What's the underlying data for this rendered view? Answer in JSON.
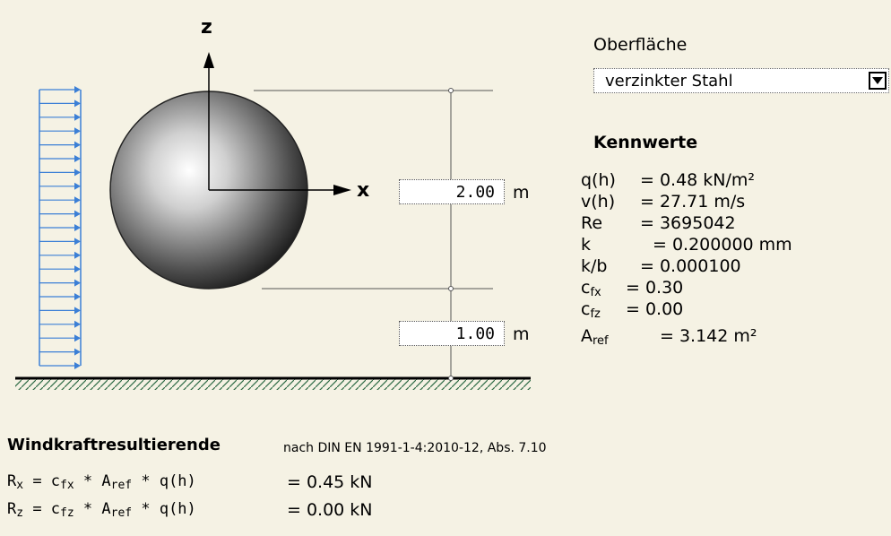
{
  "diagram": {
    "axis_z": "z",
    "axis_x": "x",
    "dim_upper": "2.00",
    "dim_lower": "1.00",
    "unit": "m"
  },
  "surface": {
    "label": "Oberfläche",
    "value": "verzinkter Stahl"
  },
  "kennwerte": {
    "title": "Kennwerte",
    "q_label": "q(h)",
    "q_value": "= 0.48 kN/m²",
    "v_label": "v(h)",
    "v_value": "= 27.71 m/s",
    "re_label": "Re",
    "re_value": "= 3695042",
    "k_label": "k",
    "k_value": "= 0.200000 mm",
    "kb_label": "k/b",
    "kb_value": "= 0.000100",
    "cfx_value": "= 0.30",
    "cfz_value": "= 0.00",
    "aref_value": "= 3.142 m²"
  },
  "windkraft": {
    "title": "Windkraftresultierende",
    "reference": "nach DIN EN 1991-1-4:2010-12, Abs. 7.10",
    "rx_result": "= 0.45 kN",
    "rz_result": "= 0.00 kN"
  }
}
